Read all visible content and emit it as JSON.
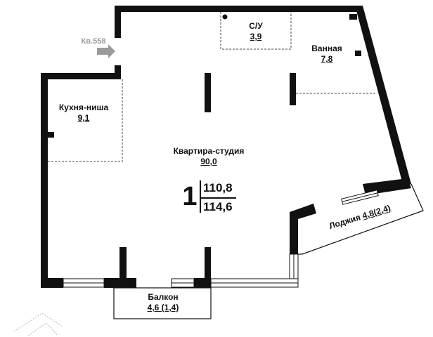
{
  "entry": {
    "label": "Кв.558"
  },
  "rooms": [
    {
      "id": "wc",
      "name": "С/У",
      "area": "3,9"
    },
    {
      "id": "bathroom",
      "name": "Ванная",
      "area": "7,8"
    },
    {
      "id": "kitchen",
      "name": "Кухня-ниша",
      "area": "9,1"
    },
    {
      "id": "studio",
      "name": "Квартира-студия",
      "area": "90,0"
    }
  ],
  "loggia": {
    "name": "Лоджия",
    "area": "4,8",
    "reduced_area": "(2,4)"
  },
  "balcony": {
    "name": "Балкон",
    "area": "4,6 (1,4)"
  },
  "summary": {
    "rooms_count": "1",
    "total_area": "110,8",
    "total_area_with_balconies": "114,6"
  },
  "colors": {
    "wall": "#111111",
    "partition_dashed": "#444444",
    "entry_arrow": "#9a9a9a",
    "background": "#ffffff"
  }
}
